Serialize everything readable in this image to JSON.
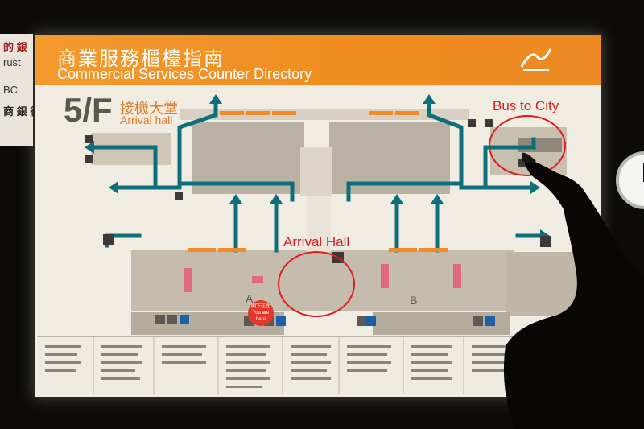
{
  "background": {
    "bank_sign_lines": [
      "的 銀",
      "rust",
      "BC",
      "商 銀 行"
    ]
  },
  "board": {
    "title_cn": "商業服務櫃檯指南",
    "title_en": "Commercial Services Counter Directory",
    "floor": "5/F",
    "floor_cn": "接機大堂",
    "floor_en": "Arrival hall"
  },
  "annotations": {
    "bus_to_city": "Bus to City",
    "arrival_hall": "Arrival Hall"
  },
  "you_are_here": {
    "cn": "閣下在此",
    "en": "You are here"
  },
  "hall_labels": {
    "hall_a": "A",
    "hall_b": "B"
  },
  "colors": {
    "header": "#f08b1f",
    "board": "#f1ece2",
    "route": "#0e6f7a",
    "annotation": "#e21b1b"
  }
}
